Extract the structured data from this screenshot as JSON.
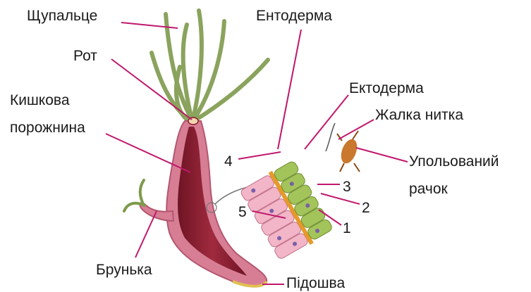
{
  "labels": {
    "tentacle": "Щупальце",
    "mouth": "Рот",
    "gut_cavity_line1": "Кишкова",
    "gut_cavity_line2": "порожнина",
    "bud": "Брунька",
    "sole": "Підошва",
    "endoderm": "Ентодерма",
    "ectoderm": "Ектодерма",
    "stinging_thread": "Жалка  нитка",
    "prey_line1": "Упольований",
    "prey_line2": "рачок"
  },
  "numbers": [
    "1",
    "2",
    "3",
    "4",
    "5"
  ],
  "colors": {
    "leader_line": "#c0186c",
    "tentacle": "#7e9a4c",
    "body_wall": "#d77e95",
    "gut": "#8e1e30",
    "endoderm_cell": "#f2b6c8",
    "ectoderm_cell": "#a3c45a",
    "basal_layer": "#e59a2a"
  }
}
